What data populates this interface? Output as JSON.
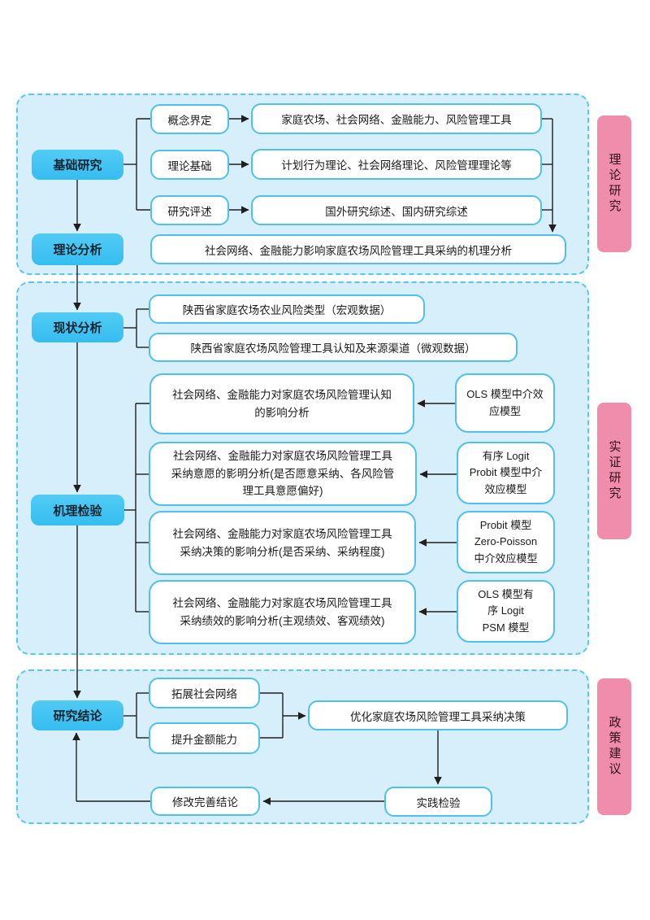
{
  "colors": {
    "panel_fill": "#d7eefb",
    "panel_border": "#59c6f2",
    "node_blue": "#3ec1f0",
    "node_border": "#4fc0ee",
    "side_label_pink": "#f08cac",
    "line": "#1f1f1f"
  },
  "s1": {
    "side_label": "理论研究",
    "base": "基础研究",
    "theory": "理论分析",
    "mid": [
      "概念界定",
      "理论基础",
      "研究评述"
    ],
    "right": [
      "家庭农场、社会网络、金融能力、风险管理工具",
      "计划行为理论、社会网络理论、风险管理理论等",
      "国外研究综述、国内研究综述"
    ],
    "wide": "社会网络、金融能力影响家庭农场风险管理工具采纳的机理分析"
  },
  "s2": {
    "side_label": "实证研究",
    "status": "现状分析",
    "mechanism": "机理检验",
    "macro": "陕西省家庭农场农业风险类型（宏观数据）",
    "micro": "陕西省家庭农场风险管理工具认知及来源渠道（微观数据）",
    "rows": [
      {
        "left": "社会网络、金融能力对家庭农场风险管理认知\n的影响分析",
        "right": "OLS 模型中介效\n应模型"
      },
      {
        "left": "社会网络、金融能力对家庭农场风险管理工具\n采纳意愿的影明分析(是否愿意采纳、各风险管\n理工具意愿偏好)",
        "right": "有序 Logit\nProbit  模型中介\n效应模型"
      },
      {
        "left": "社会网络、金融能力对家庭农场风险管理工具\n采纳决策的影响分析(是否采纳、采纳程度)",
        "right": "Probit  模型\nZero-Poisson\n中介效应模型"
      },
      {
        "left": "社会网络、金融能力对家庭农场风险管理工具\n采纳绩效的影响分析(主观绩效、客观绩效)",
        "right": "OLS 模型有\n序 Logit\nPSM 模型"
      }
    ]
  },
  "s3": {
    "side_label": "政策建议",
    "conclusion": "研究结论",
    "expand": "拓展社会网络",
    "improve": "提升金额能力",
    "optimize": "优化家庭农场风险管理工具采纳决策",
    "practice": "实践检验",
    "revise": "修改完善结论"
  }
}
